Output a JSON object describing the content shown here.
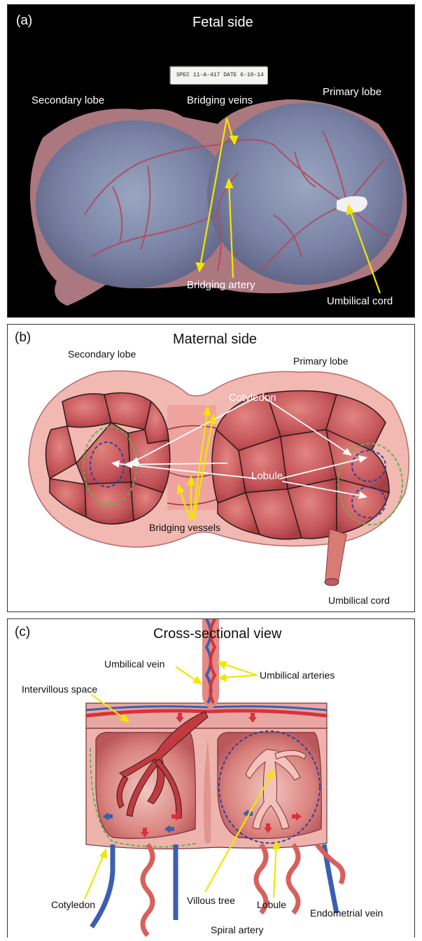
{
  "panel_a": {
    "letter": "(a)",
    "title": "Fetal side",
    "specimen_label": "SPEC 11-A-417 DATE 6-10-14",
    "labels": {
      "secondary_lobe": "Secondary lobe",
      "bridging_veins": "Bridging veins",
      "primary_lobe": "Primary lobe",
      "bridging_artery": "Bridging artery",
      "umbilical_cord": "Umbilical cord"
    }
  },
  "panel_b": {
    "letter": "(b)",
    "title": "Maternal side",
    "labels": {
      "secondary_lobe": "Secondary lobe",
      "primary_lobe": "Primary lobe",
      "cotyledon": "Cotyledon",
      "lobule": "Lobule",
      "bridging_vessels": "Bridging vessels",
      "umbilical_cord": "Umbilical cord"
    }
  },
  "panel_c": {
    "letter": "(c)",
    "title": "Cross-sectional view",
    "labels": {
      "umbilical_vein": "Umbilical vein",
      "umbilical_arteries": "Umbilical arteries",
      "intervillous_space": "Intervillous space",
      "cotyledon": "Cotyledon",
      "villous_tree": "Villous tree",
      "lobule": "Lobule",
      "endometrial_vein": "Endometrial vein",
      "spiral_artery": "Spiral artery"
    }
  },
  "colors": {
    "tissue": "#c9585a",
    "tissue_light": "#f2b8b2",
    "vein": "#3b5fb0",
    "artery": "#d8323a",
    "annotation_yellow": "#f2e600",
    "cotyledon_outline": "#5fb44a",
    "lobule_outline": "#2f3f9e"
  }
}
